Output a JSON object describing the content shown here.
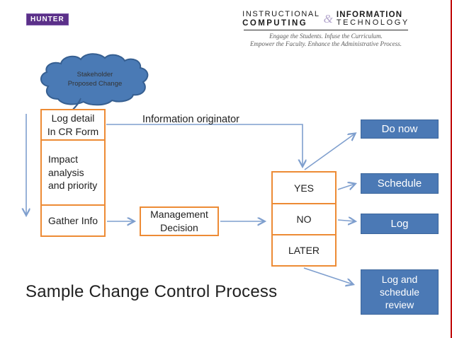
{
  "header": {
    "hunter": "HUNTER",
    "logo": {
      "instructional": "INSTRUCTIONAL",
      "computing": "COMPUTING",
      "ampersand": "&",
      "information": "INFORMATION",
      "technology": "TECHNOLOGY",
      "tagline1": "Engage the Students. Infuse the Curriculum.",
      "tagline2": "Empower the Faculty. Enhance the Administrative Process."
    }
  },
  "diagram": {
    "cloud": "Stakeholder\nProposed Change",
    "flow_label": "Information originator",
    "process_boxes": {
      "log_detail": "Log detail\nIn CR Form",
      "impact": "Impact\nanalysis\nand priority",
      "gather": "Gather Info",
      "management": "Management\nDecision",
      "yes": "YES",
      "no": "NO",
      "later": "LATER"
    },
    "action_boxes": {
      "do_now": "Do now",
      "schedule": "Schedule",
      "log": "Log",
      "log_review": "Log and\nschedule\nreview"
    }
  },
  "title": "Sample Change Control Process",
  "colors": {
    "orange": "#ED8B35",
    "blue_box": "#4B79B5",
    "blue_box_border": "#3C669C",
    "arrow": "#7F9FCE",
    "cloud": "#4A7AB5",
    "cloud_border": "#365F91",
    "purple": "#5B3089",
    "red_line": "#C00000"
  }
}
